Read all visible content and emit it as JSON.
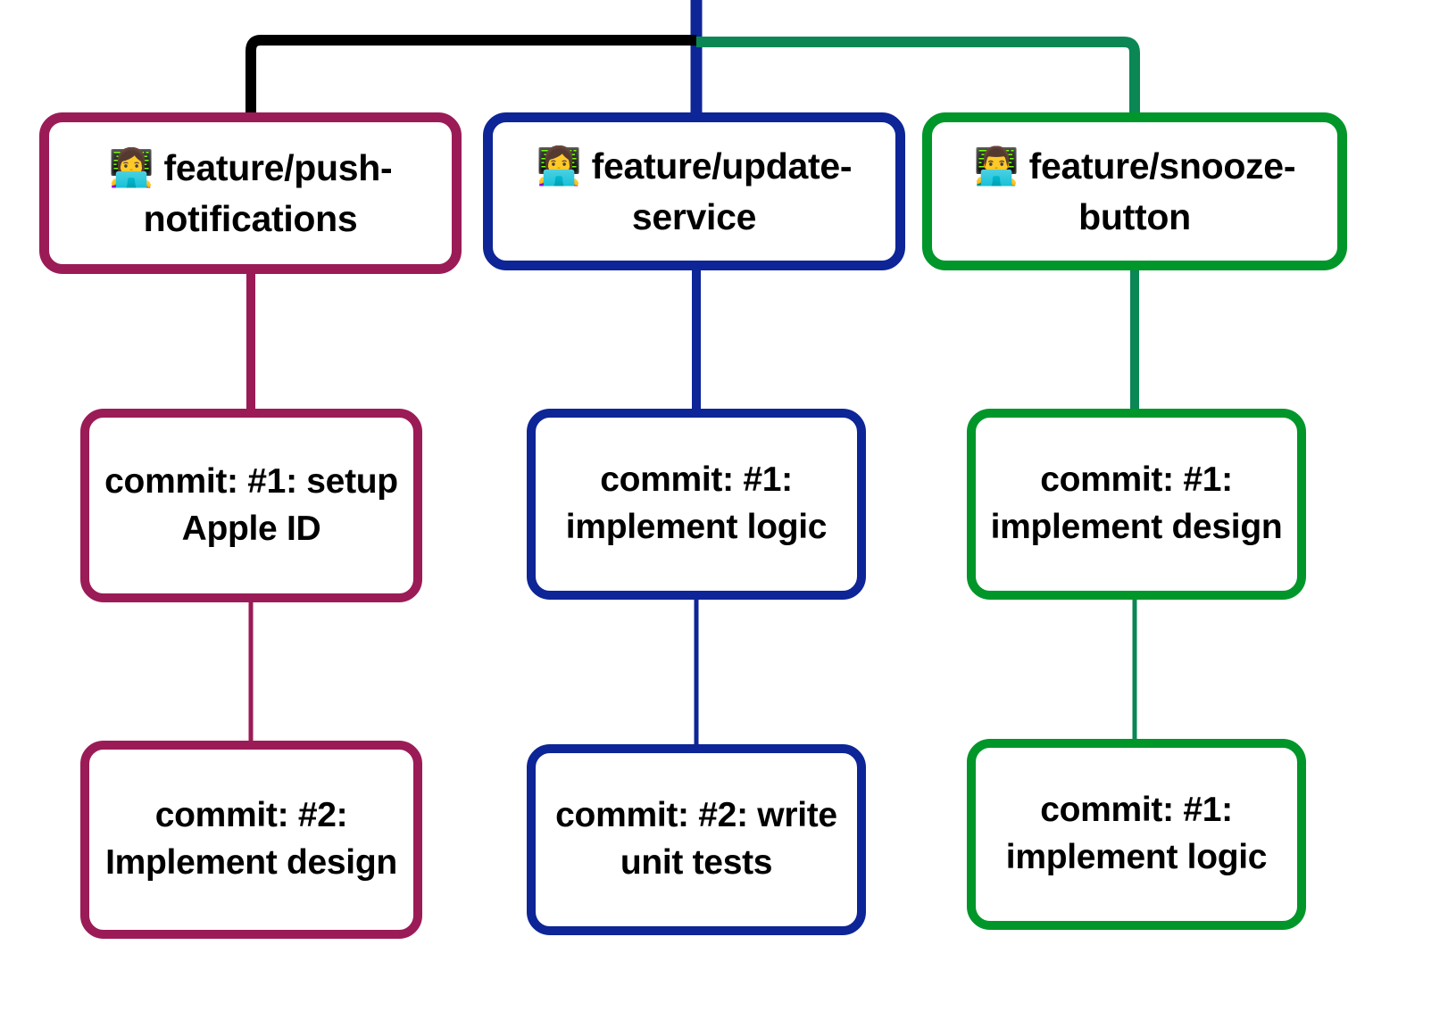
{
  "diagram": {
    "type": "git-branch-tree",
    "background": "#ffffff",
    "text_color": "#000000",
    "trunk": {
      "color": "#0D2596",
      "left_branch_color": "#000000",
      "right_branch_color": "#0A8754"
    },
    "branches": [
      {
        "id": "push-notifications",
        "color": "#9B1B57",
        "connector_color": "#000000",
        "emoji": "person-technologist-icon",
        "emoji_glyph": "👩‍💻",
        "label": "feature/push-notifications",
        "commits": [
          {
            "id": "c1",
            "label": "commit: #1: setup Apple ID"
          },
          {
            "id": "c2",
            "label": "commit: #2: Implement design"
          }
        ]
      },
      {
        "id": "update-service",
        "color": "#0D2596",
        "connector_color": "#0D2596",
        "emoji": "woman-technologist-icon",
        "emoji_glyph": "👩‍💻",
        "label": "feature/update-service",
        "commits": [
          {
            "id": "c1",
            "label": "commit: #1: implement logic"
          },
          {
            "id": "c2",
            "label": "commit: #2: write unit tests"
          }
        ]
      },
      {
        "id": "snooze-button",
        "color": "#00962A",
        "connector_color": "#0A8754",
        "emoji": "man-technologist-icon",
        "emoji_glyph": "👨‍💻",
        "label": "feature/snooze-button",
        "commits": [
          {
            "id": "c1",
            "label": "commit: #1: implement design"
          },
          {
            "id": "c2",
            "label": "commit: #1: implement logic"
          }
        ]
      }
    ]
  }
}
